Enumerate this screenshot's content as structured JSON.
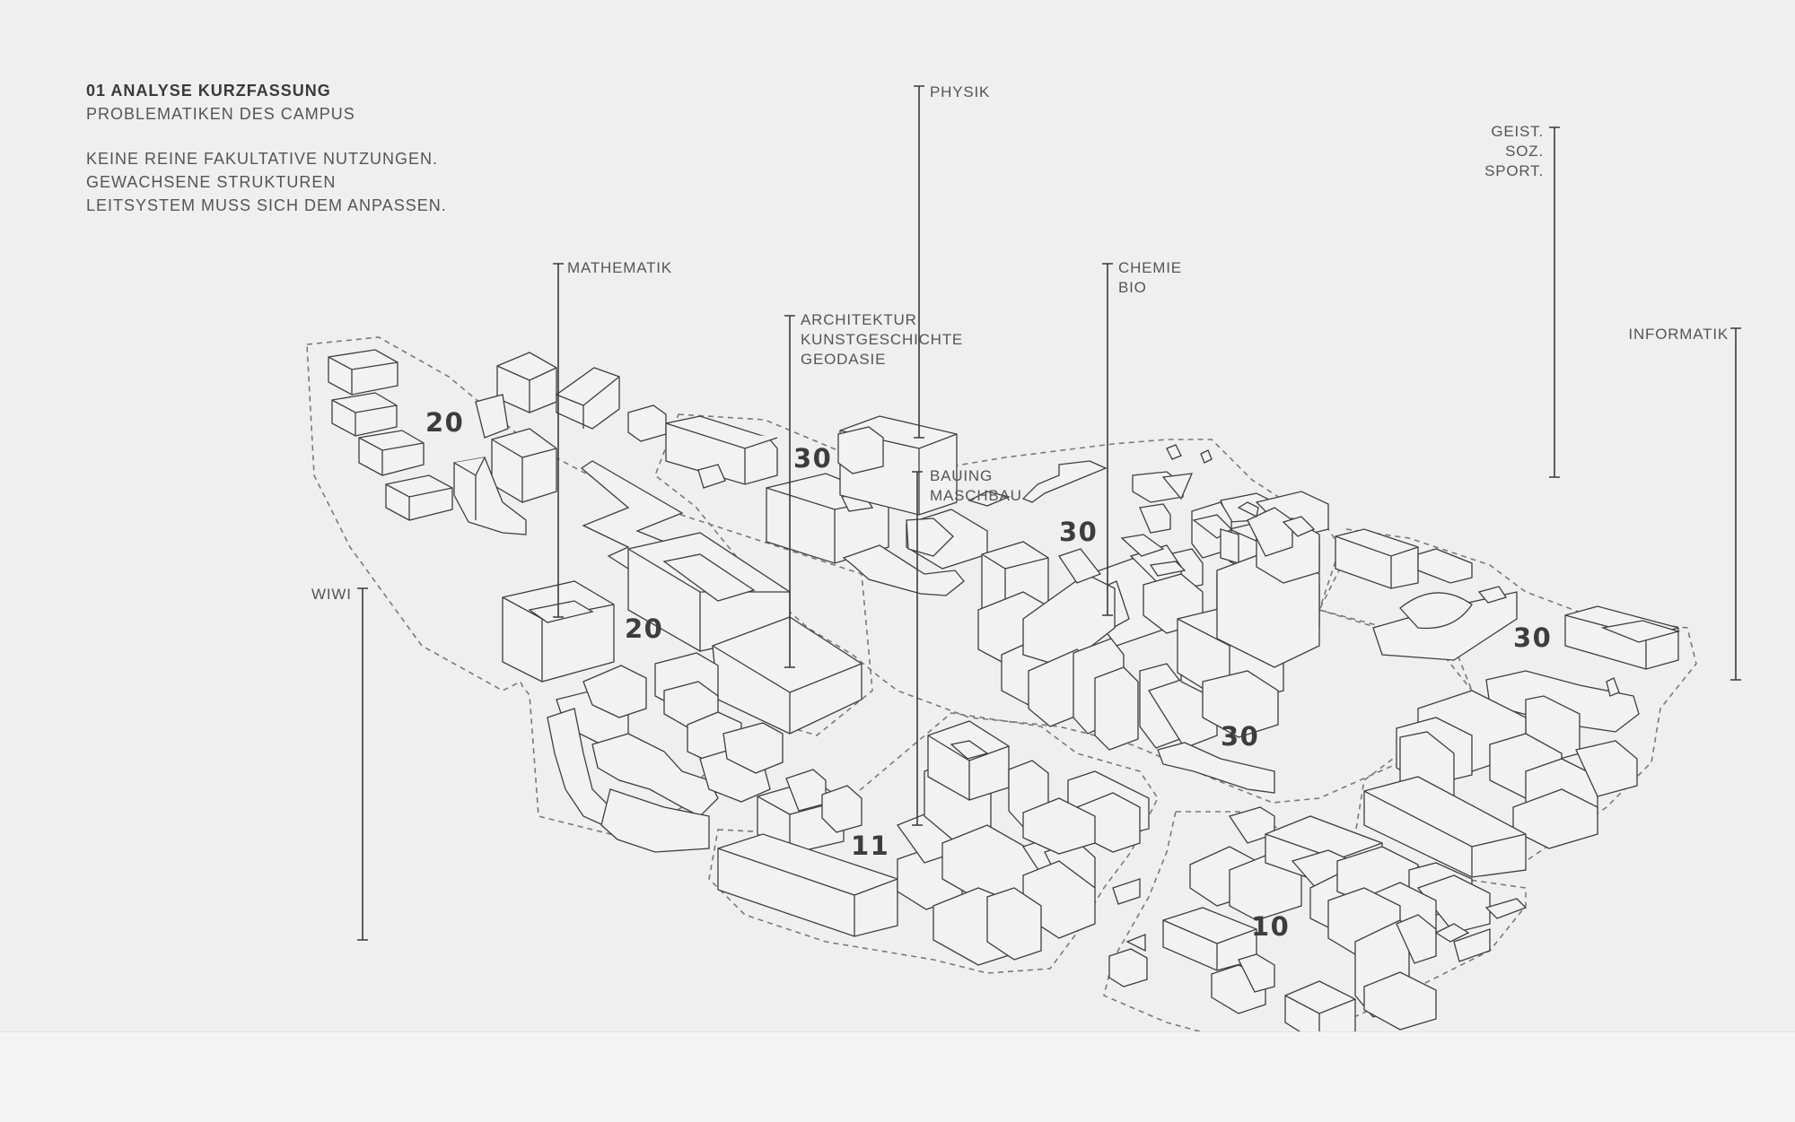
{
  "intro": {
    "title": "01 ANALYSE KURZFASSUNG",
    "subtitle": "PROBLEMATIKEN DES CAMPUS",
    "lines": [
      "KEINE REINE FAKULTATIVE NUTZUNGEN.",
      "GEWACHSENE STRUKTUREN",
      "LEITSYSTEM MUSS SICH DEM ANPASSEN."
    ]
  },
  "faculties": {
    "physik": "PHYSIK",
    "mathematik": "MATHEMATIK",
    "architektur": [
      "ARCHITEKTUR",
      "KUNSTGESCHICHTE",
      "GEODASIE"
    ],
    "chemie": [
      "CHEMIE",
      "BIO"
    ],
    "bauing": [
      "BAUING",
      "MASCHBAU"
    ],
    "geist": [
      "GEIST.",
      "SOZ.",
      "SPORT."
    ],
    "informatik": "INFORMATIK",
    "wiwi": "WIWI"
  },
  "zones": [
    "20",
    "30",
    "20",
    "30",
    "30",
    "30",
    "11",
    "10"
  ],
  "colors": {
    "background": "#efefef",
    "line": "#3a3a3a",
    "dashed": "#777777"
  }
}
